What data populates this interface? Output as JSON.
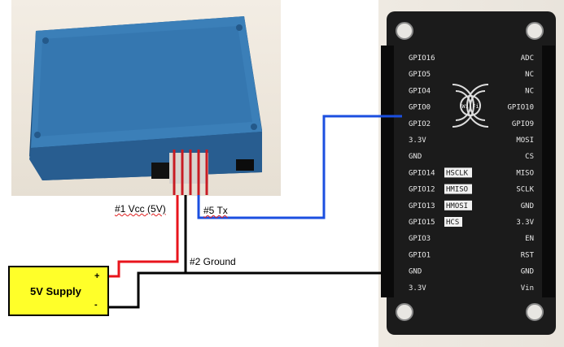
{
  "labels": {
    "vcc": "#1 Vcc (5V)",
    "tx": "#5 Tx",
    "ground": "#2 Ground",
    "supply": "5V Supply",
    "plus": "+",
    "minus": "-"
  },
  "board": {
    "wifi": "Wi-Fi",
    "left_pins": [
      "GPIO16",
      "GPIO5",
      "GPIO4",
      "GPIO0",
      "GPIO2",
      "3.3V",
      "GND",
      "GPIO14",
      "GPIO12",
      "GPIO13",
      "GPIO15",
      "GPIO3",
      "GPIO1",
      "GND",
      "3.3V"
    ],
    "spi_tags": [
      "HSCLK",
      "HMISO",
      "HMOSI",
      "HCS"
    ],
    "right_pins": [
      "ADC",
      "NC",
      "NC",
      "GPIO10",
      "GPIO9",
      "MOSI",
      "CS",
      "MISO",
      "SCLK",
      "GND",
      "3.3V",
      "EN",
      "RST",
      "GND",
      "Vin"
    ]
  },
  "colors": {
    "vcc_wire": "#e8141c",
    "tx_wire": "#1b4fe0",
    "ground_wire": "#000000",
    "supply_fill": "#ffff29",
    "sensor_body": "#2f6fa6",
    "board_body": "#1b1b1b"
  }
}
